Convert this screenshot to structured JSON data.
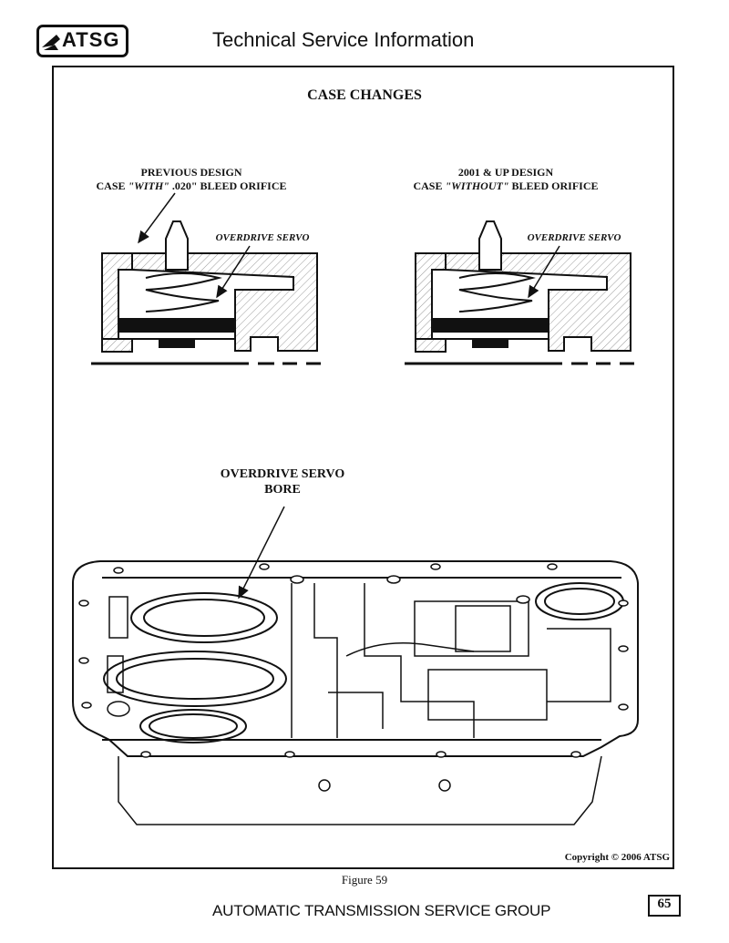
{
  "header": {
    "logo_text": "ATSG",
    "title": "Technical Service Information"
  },
  "figure": {
    "heading": "CASE CHANGES",
    "previous_design": {
      "line1": "PREVIOUS DESIGN",
      "line2_prefix": "CASE ",
      "line2_emph": "\"WITH\"",
      "line2_suffix": " .020\" BLEED ORIFICE",
      "servo_label": "OVERDRIVE SERVO"
    },
    "new_design": {
      "line1": "2001 & UP DESIGN",
      "line2_prefix": "CASE ",
      "line2_emph": "\"WITHOUT\"",
      "line2_suffix": " BLEED ORIFICE",
      "servo_label": "OVERDRIVE SERVO"
    },
    "bore_label_line1": "OVERDRIVE SERVO",
    "bore_label_line2": "BORE",
    "copyright": "Copyright © 2006 ATSG",
    "caption": "Figure 59"
  },
  "footer": {
    "text": "AUTOMATIC TRANSMISSION SERVICE GROUP",
    "page_number": "65"
  }
}
